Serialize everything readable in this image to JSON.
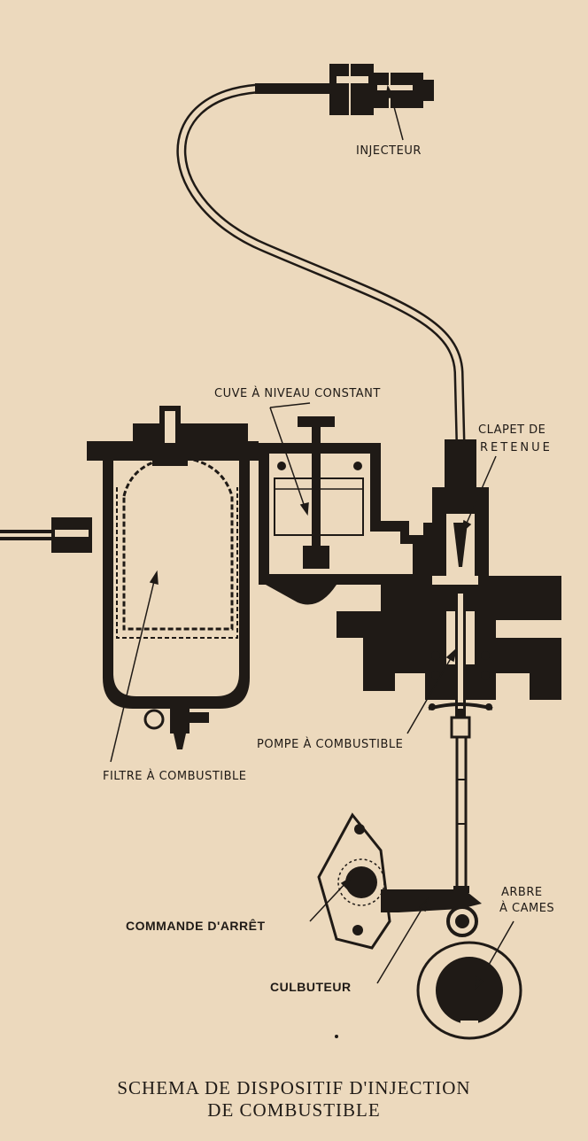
{
  "labels": {
    "injecteur": "INJECTEUR",
    "cuve": "CUVE À NIVEAU CONSTANT",
    "clapet_line1": "CLAPET DE",
    "clapet_line2": "RETENUE",
    "pompe": "POMPE À COMBUSTIBLE",
    "filtre": "FILTRE À COMBUSTIBLE",
    "arbre_line1": "ARBRE",
    "arbre_line2": "À CAMES",
    "commande": "COMMANDE D'ARRÊT",
    "culbuteur": "CULBUTEUR"
  },
  "caption": {
    "line1": "SCHEMA DE DISPOSITIF D'INJECTION",
    "line2": "DE COMBUSTIBLE"
  },
  "colors": {
    "paper": "#ecd9bd",
    "ink": "#1f1a16"
  }
}
